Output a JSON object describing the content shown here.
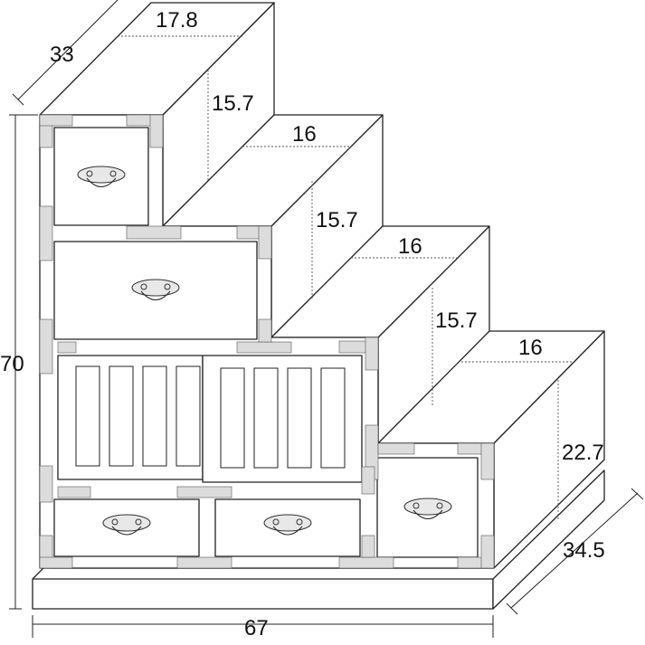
{
  "dimensions": {
    "top_step_width": "17.8",
    "depth_top": "33",
    "step1_height": "15.7",
    "step2_width": "16",
    "step2_height": "15.7",
    "step3_width": "16",
    "step3_height": "15.7",
    "step4_width": "16",
    "step4_height": "22.7",
    "total_height": "70",
    "depth_bottom": "34.5",
    "total_width": "67"
  }
}
